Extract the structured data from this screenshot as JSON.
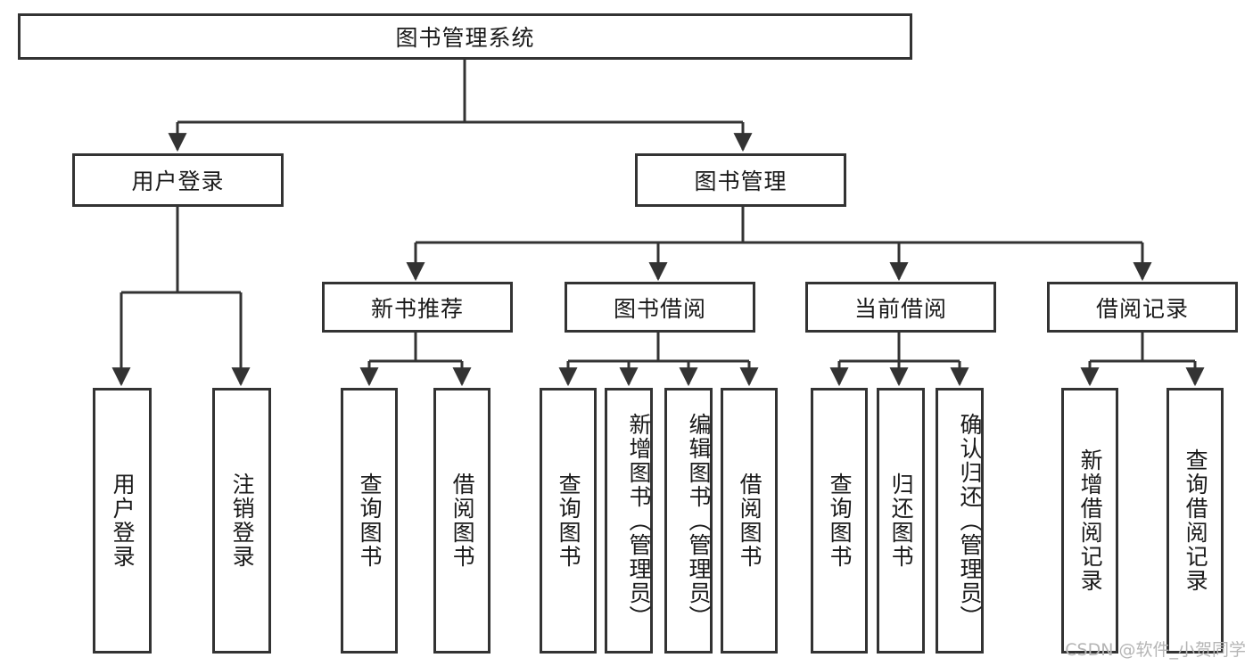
{
  "diagram": {
    "title": "图书管理系统",
    "type": "hierarchy-tree",
    "colors": {
      "border": "#333333",
      "background": "#ffffff",
      "text": "#1a1a1a",
      "watermark": "#b5b5b5"
    },
    "watermark": "CSDN @软件_小贺同学",
    "levels": {
      "root": {
        "label": "图书管理系统"
      },
      "level2": [
        {
          "label": "用户登录"
        },
        {
          "label": "图书管理"
        }
      ],
      "level3": [
        {
          "label": "新书推荐"
        },
        {
          "label": "图书借阅"
        },
        {
          "label": "当前借阅"
        },
        {
          "label": "借阅记录"
        }
      ],
      "leaves": {
        "user_login": [
          {
            "label": "用户登录"
          },
          {
            "label": "注销登录"
          }
        ],
        "new_book_recommend": [
          {
            "label": "查询图书"
          },
          {
            "label": "借阅图书"
          }
        ],
        "book_borrow": [
          {
            "label": "查询图书"
          },
          {
            "label": "新增图书（管理员）"
          },
          {
            "label": "编辑图书（管理员）"
          },
          {
            "label": "借阅图书"
          }
        ],
        "current_borrow": [
          {
            "label": "查询图书"
          },
          {
            "label": "归还图书"
          },
          {
            "label": "确认归还（管理员）"
          }
        ],
        "borrow_record": [
          {
            "label": "新增借阅记录"
          },
          {
            "label": "查询借阅记录"
          }
        ]
      }
    }
  }
}
